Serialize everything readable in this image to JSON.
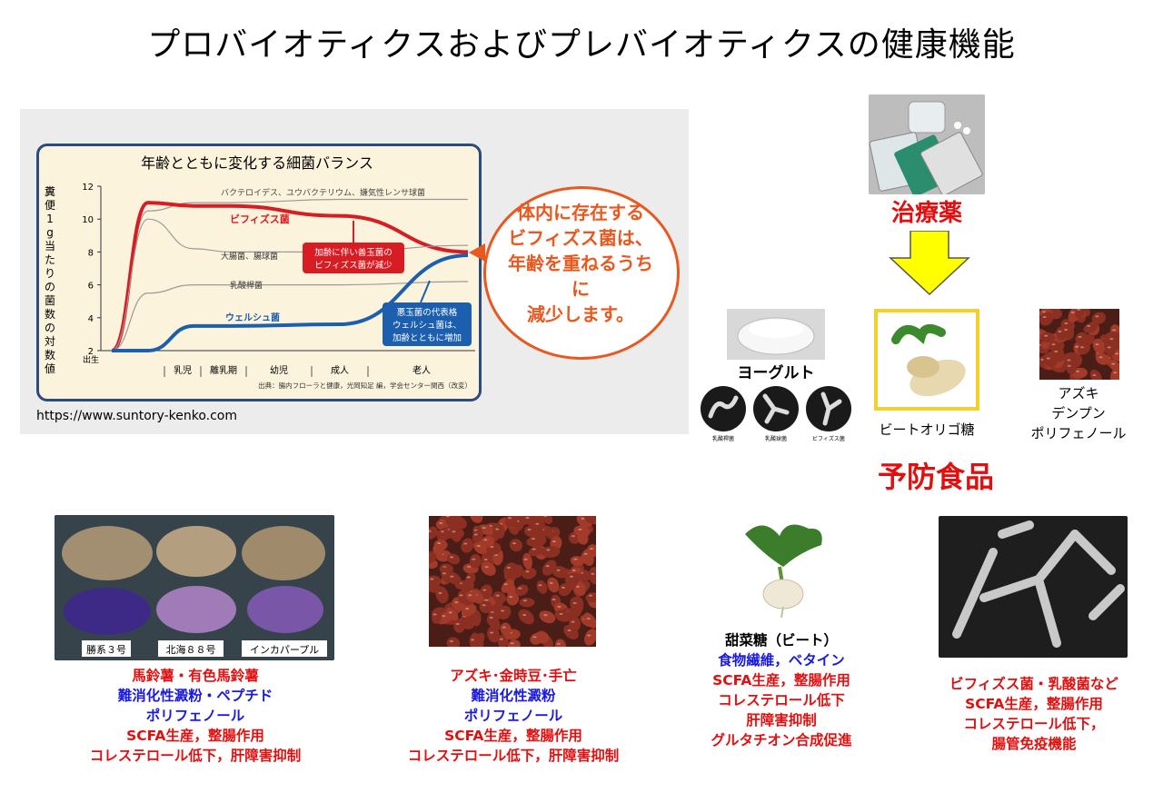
{
  "title": "プロバイオティクスおよびプレバイオティクスの健康機能",
  "chart": {
    "inner_title": "年齢とともに変化する細菌バランス",
    "y_label": "糞便1g当たりの菌数の対数値",
    "y_ticks": [
      "12",
      "10",
      "8",
      "6",
      "4",
      "2"
    ],
    "birth_label": "出生",
    "stages": [
      "乳児",
      "離乳期",
      "幼児",
      "成人",
      "老人"
    ],
    "source": "出典：腸内フローラと健康，光岡知足 編，学会センター関西（改変）",
    "url": "https://www.suntory-kenko.com",
    "series_labels": {
      "bacteroides": "バクテロイデス、ユウバクテリウム、嫌気性レンサ球菌",
      "bifido": "ビフィズス菌",
      "coli": "大腸菌、腸球菌",
      "lacto": "乳酸桿菌",
      "welch": "ウェルシュ菌"
    },
    "note_red": [
      "加齢に伴い善玉菌の",
      "ビフィズス菌が減少"
    ],
    "note_blue": [
      "悪玉菌の代表格",
      "ウェルシュ菌は、",
      "加齢とともに増加"
    ],
    "bubble": [
      "体内に存在する",
      "ビフィズス菌は、",
      "年齢を重ねるうちに",
      "減少します。"
    ],
    "colors": {
      "bifido": "#d81c24",
      "welch": "#1b5fae",
      "gray": "#9a9a9a",
      "border": "#2b4a7e",
      "bubble": "#e8581f"
    }
  },
  "chart_data": {
    "type": "line",
    "title": "年齢とともに変化する細菌バランス",
    "ylabel": "糞便1g当たりの菌数の対数値",
    "ylim": [
      2,
      12
    ],
    "x": [
      "出生",
      "乳児",
      "離乳期",
      "幼児",
      "成人",
      "老人"
    ],
    "series": [
      {
        "name": "バクテロイデス、ユウバクテリウム、嫌気性レンサ球菌",
        "values": [
          2,
          10.5,
          11,
          11,
          11.2,
          11.2
        ]
      },
      {
        "name": "ビフィズス菌",
        "values": [
          2,
          11,
          10.8,
          10.8,
          10.2,
          8
        ]
      },
      {
        "name": "大腸菌、腸球菌",
        "values": [
          2,
          10,
          8.2,
          8,
          8,
          8.4
        ]
      },
      {
        "name": "乳酸桿菌",
        "values": [
          2,
          5.5,
          6,
          6,
          6,
          6.2
        ]
      },
      {
        "name": "ウェルシュ菌",
        "values": [
          2,
          2,
          3.5,
          3.5,
          3.6,
          7.8
        ]
      }
    ]
  },
  "right": {
    "drug_label": "治療薬",
    "yogurt_label": "ヨーグルト",
    "micro_labels": [
      "乳酸桿菌",
      "乳酸球菌",
      "ビフィズス菌"
    ],
    "beet_label": "ビートオリゴ糖",
    "azuki_lines": [
      "アズキ",
      "デンプン",
      "ポリフェノール"
    ],
    "prevent_label": "予防食品",
    "arrow_color": "#ffff00"
  },
  "bottom": [
    {
      "photo_labels": [
        "勝系３号",
        "北海８８号",
        "インカパープル"
      ],
      "lines": [
        {
          "t": "馬鈴薯・有色馬鈴薯",
          "c": "red"
        },
        {
          "t": "難消化性澱粉・ペプチド",
          "c": "blue"
        },
        {
          "t": "ポリフェノール",
          "c": "blue"
        },
        {
          "t": "SCFA生産，整腸作用",
          "c": "red"
        },
        {
          "t": "コレステロール低下，肝障害抑制",
          "c": "red"
        }
      ]
    },
    {
      "lines": [
        {
          "t": "アズキ･金時豆･手亡",
          "c": "red"
        },
        {
          "t": "難消化性澱粉",
          "c": "blue"
        },
        {
          "t": "ポリフェノール",
          "c": "blue"
        },
        {
          "t": "SCFA生産，整腸作用",
          "c": "red"
        },
        {
          "t": "コレステロール低下，肝障害抑制",
          "c": "red"
        }
      ]
    },
    {
      "lines": [
        {
          "t": "甜菜糖（ビート）",
          "c": "black"
        },
        {
          "t": "食物繊維，ベタイン",
          "c": "blue"
        },
        {
          "t": "SCFA生産，整腸作用",
          "c": "red"
        },
        {
          "t": "コレステロール低下",
          "c": "red"
        },
        {
          "t": "肝障害抑制",
          "c": "red"
        },
        {
          "t": "グルタチオン合成促進",
          "c": "red"
        }
      ]
    },
    {
      "lines": [
        {
          "t": "ビフィズス菌・乳酸菌など",
          "c": "red"
        },
        {
          "t": "SCFA生産，整腸作用",
          "c": "red"
        },
        {
          "t": "コレステロール低下，",
          "c": "red"
        },
        {
          "t": "腸管免疫機能",
          "c": "red"
        }
      ]
    }
  ]
}
